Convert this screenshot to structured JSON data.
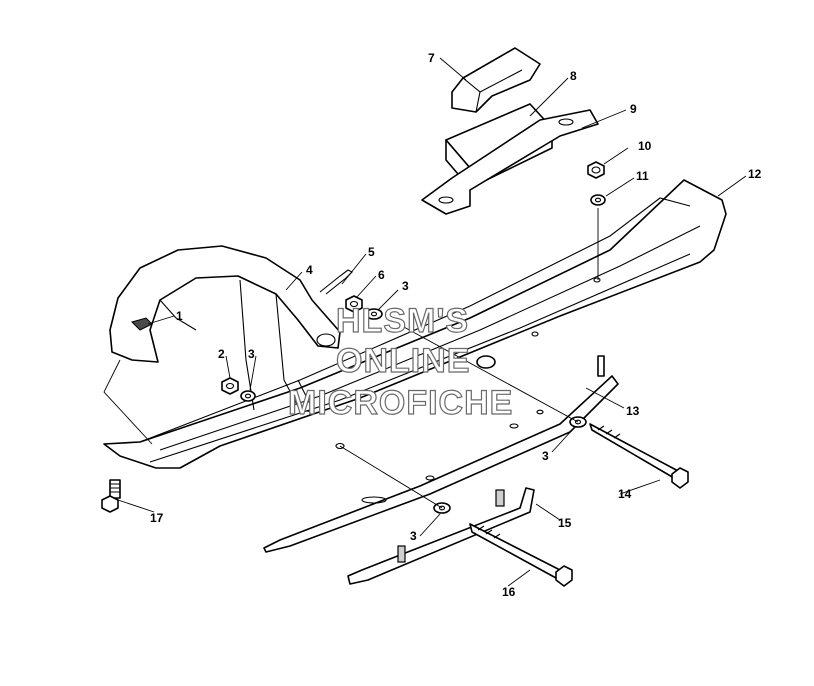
{
  "watermark": {
    "lines": [
      "HLSM'S",
      "ONLINE",
      "MICROFICHE"
    ]
  },
  "callouts": [
    {
      "id": "c1",
      "label": "1"
    },
    {
      "id": "c2",
      "label": "2"
    },
    {
      "id": "c3a",
      "label": "3"
    },
    {
      "id": "c3b",
      "label": "3"
    },
    {
      "id": "c3c",
      "label": "3"
    },
    {
      "id": "c3d",
      "label": "3"
    },
    {
      "id": "c4",
      "label": "4"
    },
    {
      "id": "c5",
      "label": "5"
    },
    {
      "id": "c6",
      "label": "6"
    },
    {
      "id": "c7",
      "label": "7"
    },
    {
      "id": "c8",
      "label": "8"
    },
    {
      "id": "c9",
      "label": "9"
    },
    {
      "id": "c10",
      "label": "10"
    },
    {
      "id": "c11",
      "label": "11"
    },
    {
      "id": "c12",
      "label": "12"
    },
    {
      "id": "c13",
      "label": "13"
    },
    {
      "id": "c14",
      "label": "14"
    },
    {
      "id": "c15",
      "label": "15"
    },
    {
      "id": "c16",
      "label": "16"
    },
    {
      "id": "c17",
      "label": "17"
    }
  ],
  "colors": {
    "line": "#000000",
    "background": "#ffffff",
    "watermark_outline": "#6a6a6a"
  }
}
